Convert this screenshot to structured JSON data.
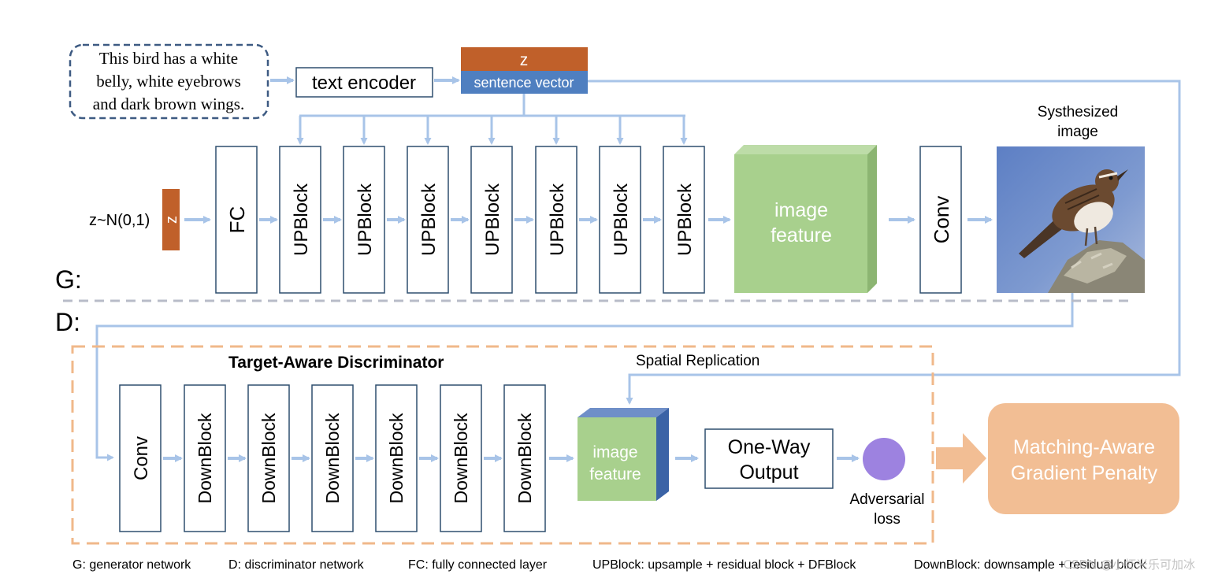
{
  "caption": {
    "lines": [
      "This bird has a white",
      "belly, white eyebrows",
      "and dark brown wings."
    ]
  },
  "text_encoder_label": "text encoder",
  "z_label": "z",
  "sentence_vector_label": "sentence vector",
  "noise_label": "z~N(0,1)",
  "noise_z_label": "z",
  "fc_label": "FC",
  "upblock_label": "UPBlock",
  "generator_image_feature": [
    "image",
    "feature"
  ],
  "generator_conv_label": "Conv",
  "synth_image_label": [
    "Systhesized",
    "image"
  ],
  "g_label": "G:",
  "d_label": "D:",
  "discriminator_title": "Target-Aware Discriminator",
  "spatial_replication_label": "Spatial Replication",
  "disc_conv_label": "Conv",
  "downblock_label": "DownBlock",
  "disc_image_feature": [
    "image",
    "feature"
  ],
  "one_way_output": [
    "One-Way",
    "Output"
  ],
  "adversarial_loss": [
    "Adversarial",
    "loss"
  ],
  "matching_aware": [
    "Matching-Aware",
    "Gradient Penalty"
  ],
  "legend": [
    {
      "key": "G",
      "desc": ": generator network"
    },
    {
      "key": "D",
      "desc": ": discriminator network"
    },
    {
      "key": "FC",
      "desc": ": fully connected layer"
    },
    {
      "key": "UPBlock",
      "desc": ": upsample + residual block + DFBlock"
    },
    {
      "key": "DownBlock",
      "desc": ": downsample + residual block"
    }
  ],
  "watermark": "CSDN @小虾米乐可加冰",
  "colors": {
    "arrow": "#a8c4e8",
    "z_box": "#c0602a",
    "sentence_box": "#4f7fc0",
    "caption_border": "#3d5a82",
    "green_front": "#a8d08d",
    "green_side": "#8cb572",
    "disc_border": "#f0b88a",
    "matching_fill": "#f2be94",
    "loss_circle": "#9d82e0",
    "g_d_divider": "#b8bcc8"
  }
}
